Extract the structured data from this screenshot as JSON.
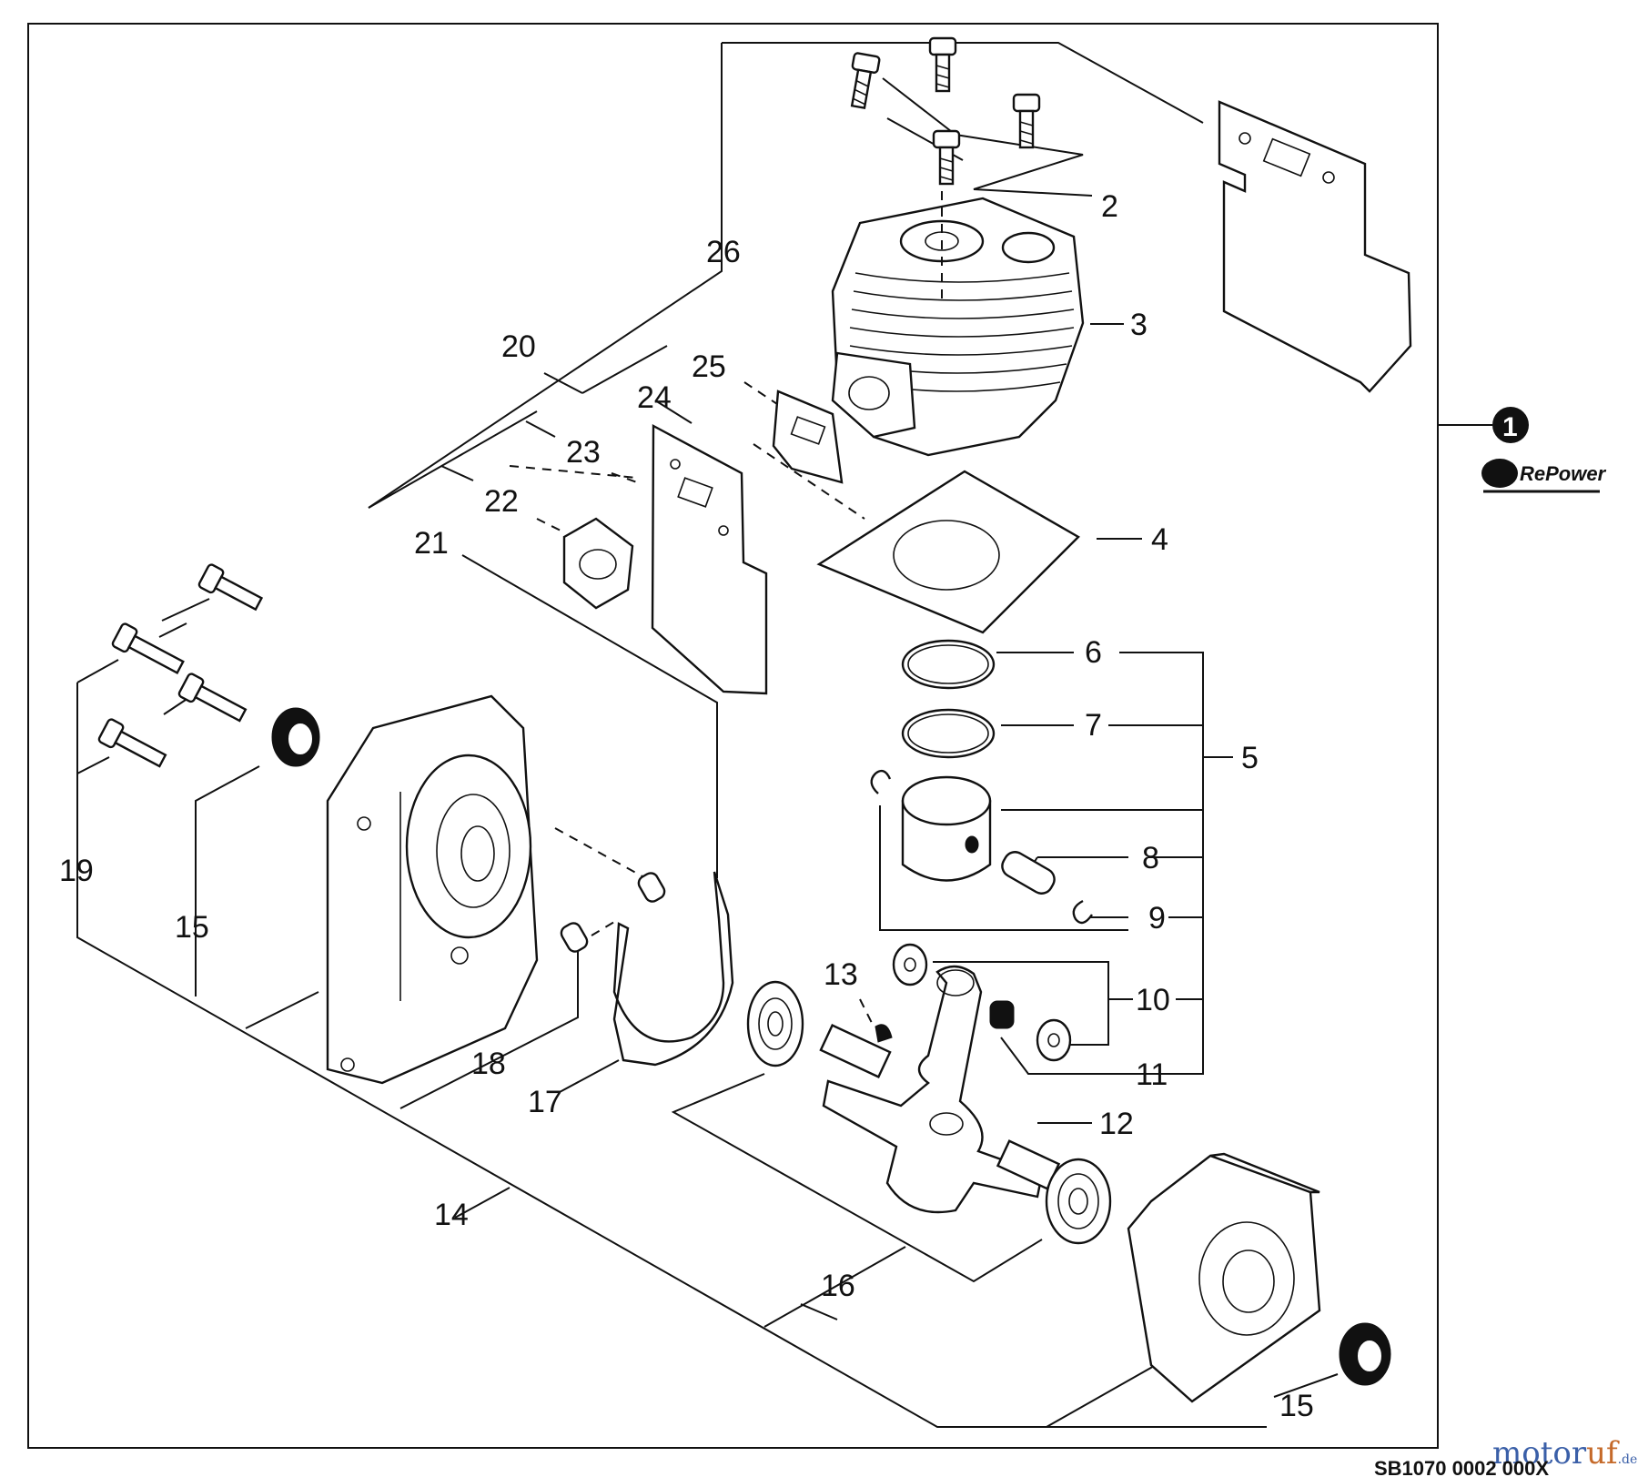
{
  "diagram": {
    "callouts": [
      "1",
      "2",
      "3",
      "4",
      "5",
      "6",
      "7",
      "8",
      "9",
      "10",
      "11",
      "12",
      "13",
      "14",
      "15",
      "15",
      "16",
      "17",
      "18",
      "19",
      "20",
      "21",
      "22",
      "23",
      "24",
      "25",
      "26"
    ],
    "logo_text": "RePower",
    "watermark": {
      "part1": "motor",
      "part2": "uf",
      "suffix": ".de"
    },
    "figure_code": "SB1070 0002 000X"
  }
}
